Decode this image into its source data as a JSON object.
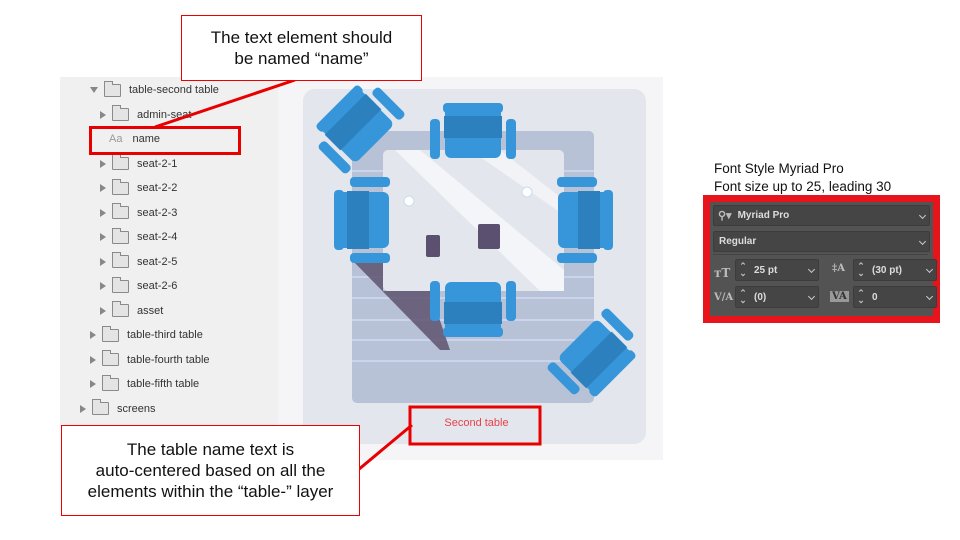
{
  "callouts": {
    "top": [
      "The text element should",
      "be named “name”"
    ],
    "bottom": [
      "The table name text is",
      "auto-centered based on all the",
      "elements within the “table-” layer"
    ]
  },
  "layers": [
    {
      "label": "table-second table",
      "type": "folder",
      "expanded": true,
      "level": 1
    },
    {
      "label": "admin-seat",
      "type": "folder",
      "level": 2
    },
    {
      "label": "name",
      "type": "text",
      "icon_text": "Aa",
      "level": 2,
      "highlighted": true
    },
    {
      "label": "seat-2-1",
      "type": "folder",
      "level": 2
    },
    {
      "label": "seat-2-2",
      "type": "folder",
      "level": 2
    },
    {
      "label": "seat-2-3",
      "type": "folder",
      "level": 2
    },
    {
      "label": "seat-2-4",
      "type": "folder",
      "level": 2
    },
    {
      "label": "seat-2-5",
      "type": "folder",
      "level": 2
    },
    {
      "label": "seat-2-6",
      "type": "folder",
      "level": 2
    },
    {
      "label": "asset",
      "type": "folder",
      "level": 2
    },
    {
      "label": "table-third table",
      "type": "folder",
      "level": 1
    },
    {
      "label": "table-fourth table",
      "type": "folder",
      "level": 1
    },
    {
      "label": "table-fifth table",
      "type": "folder",
      "level": 1
    },
    {
      "label": "screens",
      "type": "folder",
      "level": 0
    }
  ],
  "canvas": {
    "table_label": "Second table",
    "label_color": "#e8414a",
    "chair_color": "#3796d9"
  },
  "font_note": {
    "line1": "Font Style Myriad Pro",
    "line2": "Font size up to 25, leading 30"
  },
  "char_panel": {
    "font_family": "Myriad Pro",
    "font_style": "Regular",
    "font_size": "25 pt",
    "leading": "(30 pt)",
    "kerning": "(0)",
    "tracking": "0"
  }
}
